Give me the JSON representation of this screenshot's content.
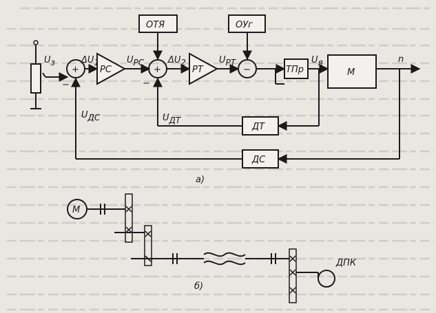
{
  "labels": {
    "oty": "ОТЯ",
    "oug": "ОУг",
    "rs": "РС",
    "rt": "РТ",
    "tpr": "ТПр",
    "m": "М",
    "dt": "ДТ",
    "ds": "ДС",
    "uz": "U",
    "uz_sub": "з",
    "du1": "ΔU",
    "du1_sub": "1",
    "urs": "U",
    "urs_sub": "РС",
    "du2": "ΔU",
    "du2_sub": "2",
    "urt": "U",
    "urt_sub": "РТ",
    "uya": "U",
    "uya_sub": "я",
    "n": "n",
    "udt": "U",
    "udt_sub": "ДТ",
    "uds": "U",
    "uds_sub": "ДС",
    "plus": "+",
    "minus": "−",
    "fig_a": "а)",
    "fig_b": "б)",
    "motor_b": "М",
    "dpk": "ДПК"
  }
}
